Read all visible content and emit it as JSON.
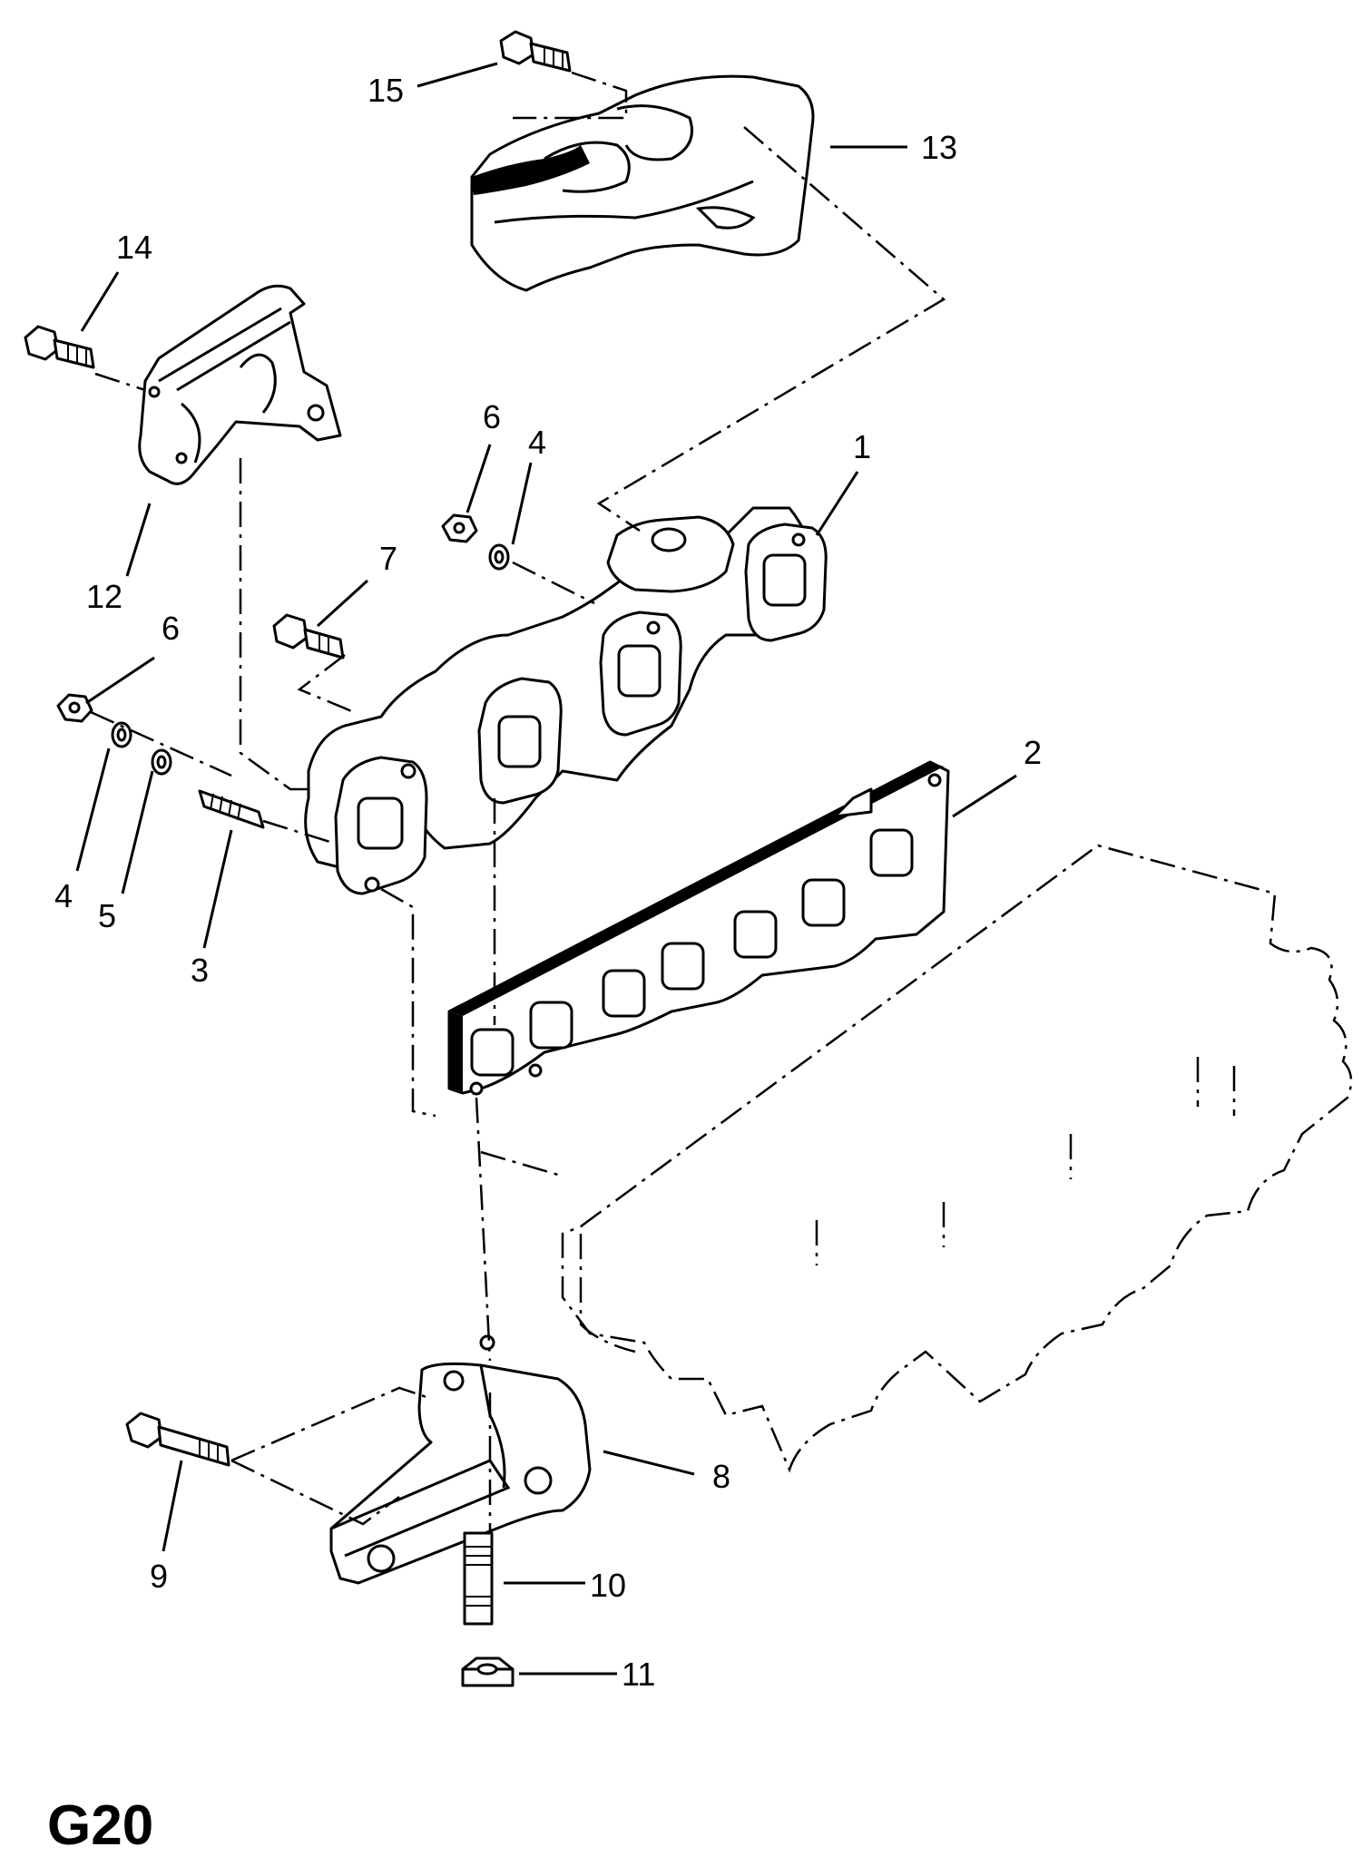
{
  "diagram": {
    "page_code": "G20",
    "callouts": {
      "c1": "1",
      "c2": "2",
      "c3": "3",
      "c4a": "4",
      "c4b": "4",
      "c5": "5",
      "c6a": "6",
      "c6b": "6",
      "c7": "7",
      "c8": "8",
      "c9": "9",
      "c10": "10",
      "c11": "11",
      "c12": "12",
      "c13": "13",
      "c14": "14",
      "c15": "15"
    }
  }
}
